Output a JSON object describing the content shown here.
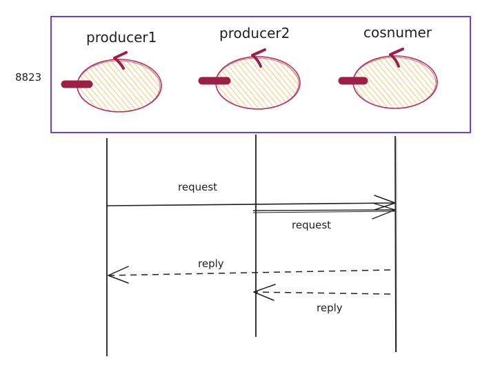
{
  "diagram": {
    "side_label": "8823",
    "participants": [
      {
        "name": "producer1"
      },
      {
        "name": "producer2"
      },
      {
        "name": "cosnumer"
      }
    ],
    "messages": [
      {
        "label": "request",
        "from": "producer1",
        "to": "cosnumer",
        "style": "solid"
      },
      {
        "label": "request",
        "from": "producer2",
        "to": "cosnumer",
        "style": "solid"
      },
      {
        "label": "reply",
        "from": "cosnumer",
        "to": "producer1",
        "style": "dashed"
      },
      {
        "label": "reply",
        "from": "cosnumer",
        "to": "producer2",
        "style": "dashed"
      }
    ],
    "colors": {
      "frame": "#6741d9",
      "blob_fill": "#f2b94a",
      "blob_stroke": "#b5315c",
      "handle": "#9c1f48",
      "ink": "#1e1e1e"
    }
  }
}
